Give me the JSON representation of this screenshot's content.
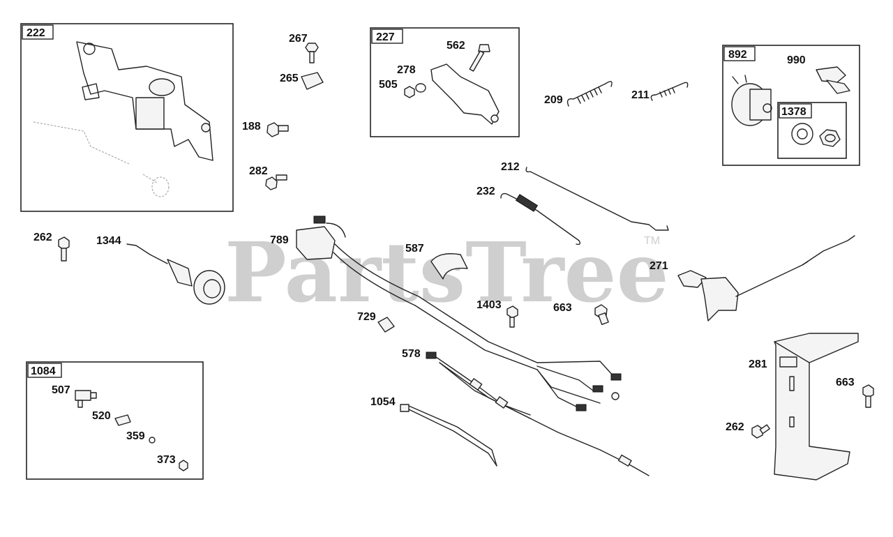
{
  "watermark": {
    "text": "PartsTree",
    "trademark": "TM"
  },
  "groups": [
    {
      "id": "222",
      "label": "222"
    },
    {
      "id": "227",
      "label": "227"
    },
    {
      "id": "892",
      "label": "892"
    },
    {
      "id": "1378",
      "label": "1378"
    },
    {
      "id": "1084",
      "label": "1084"
    }
  ],
  "callouts": {
    "c267": "267",
    "c265": "265",
    "c188": "188",
    "c282": "282",
    "c562": "562",
    "c278": "278",
    "c505": "505",
    "c209": "209",
    "c211": "211",
    "c990": "990",
    "c212": "212",
    "c232": "232",
    "c262a": "262",
    "c1344": "1344",
    "c789": "789",
    "c587": "587",
    "c271": "271",
    "c729": "729",
    "c1403": "1403",
    "c663a": "663",
    "c578": "578",
    "c1054": "1054",
    "c281": "281",
    "c663b": "663",
    "c262b": "262",
    "c507": "507",
    "c520": "520",
    "c359": "359",
    "c373": "373"
  }
}
